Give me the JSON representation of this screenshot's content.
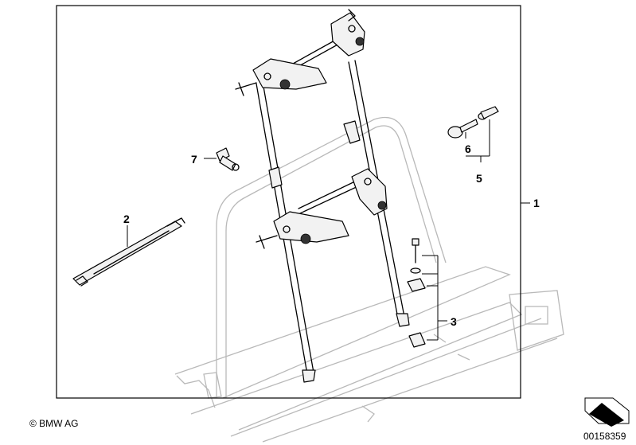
{
  "callouts": [
    {
      "id": "1",
      "text": "1"
    },
    {
      "id": "2",
      "text": "2"
    },
    {
      "id": "3",
      "text": "3"
    },
    {
      "id": "5",
      "text": "5"
    },
    {
      "id": "6",
      "text": "6"
    },
    {
      "id": "7",
      "text": "7"
    }
  ],
  "footer": {
    "copyright": "© BMW AG",
    "image_number": "00158359"
  }
}
